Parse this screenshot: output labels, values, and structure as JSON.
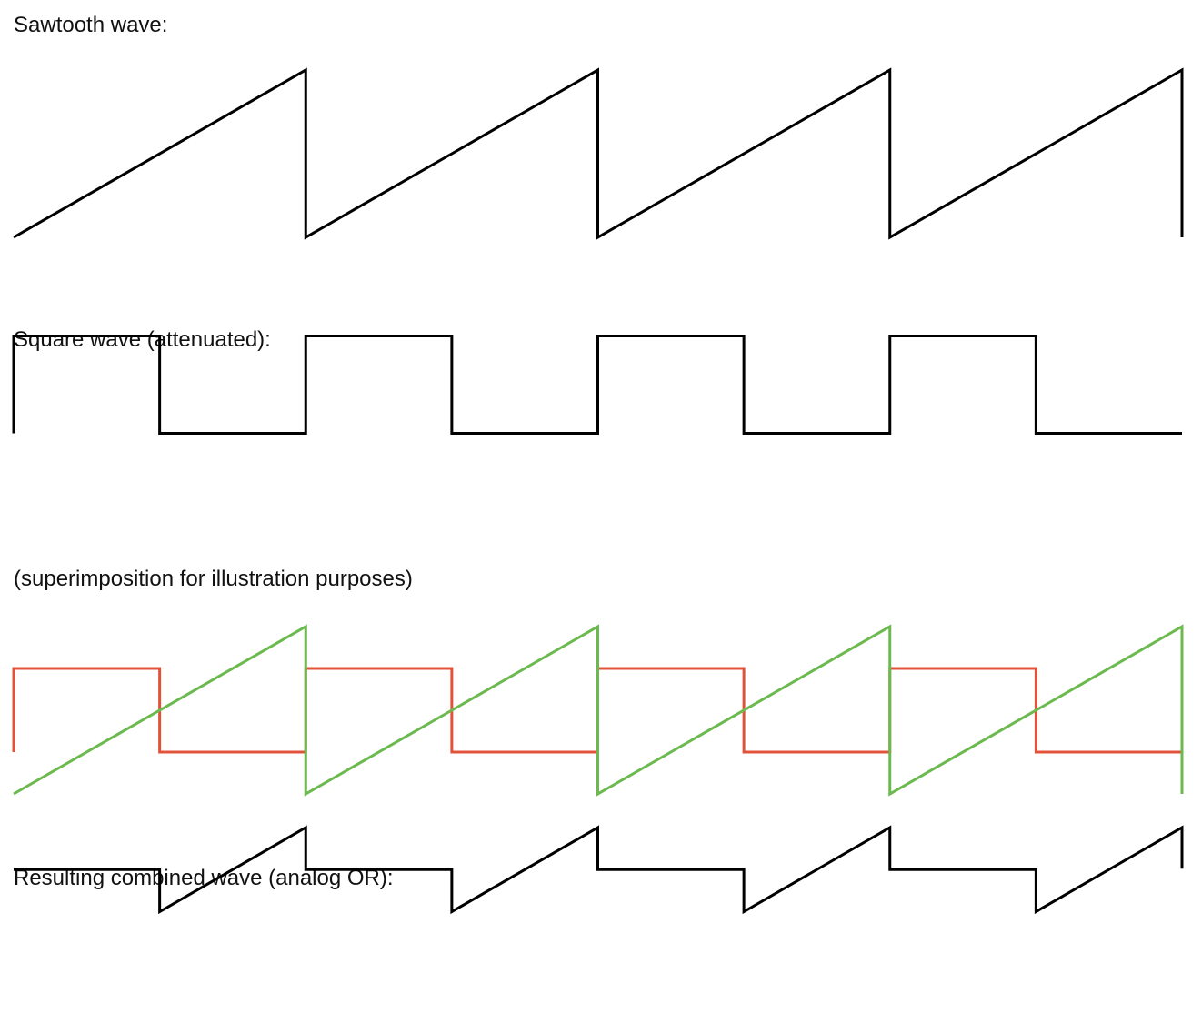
{
  "labels": {
    "sawtooth": "Sawtooth wave:",
    "square": "Square wave (attenuated):",
    "superimposition": "(superimposition for illustration purposes)",
    "combined": "Resulting combined wave (analog OR):"
  },
  "colors": {
    "waveform": "#000000",
    "square_overlay": "#e0533a",
    "sawtooth_overlay": "#6cba4f",
    "text": "#111111",
    "background": "#ffffff"
  },
  "signal": {
    "periods": 4,
    "sawtooth": {
      "low": 0,
      "high": 1
    },
    "square": {
      "low": 0.25,
      "high": 0.75,
      "duty_cycle": 0.5
    },
    "combined": "max(sawtooth, square)"
  }
}
